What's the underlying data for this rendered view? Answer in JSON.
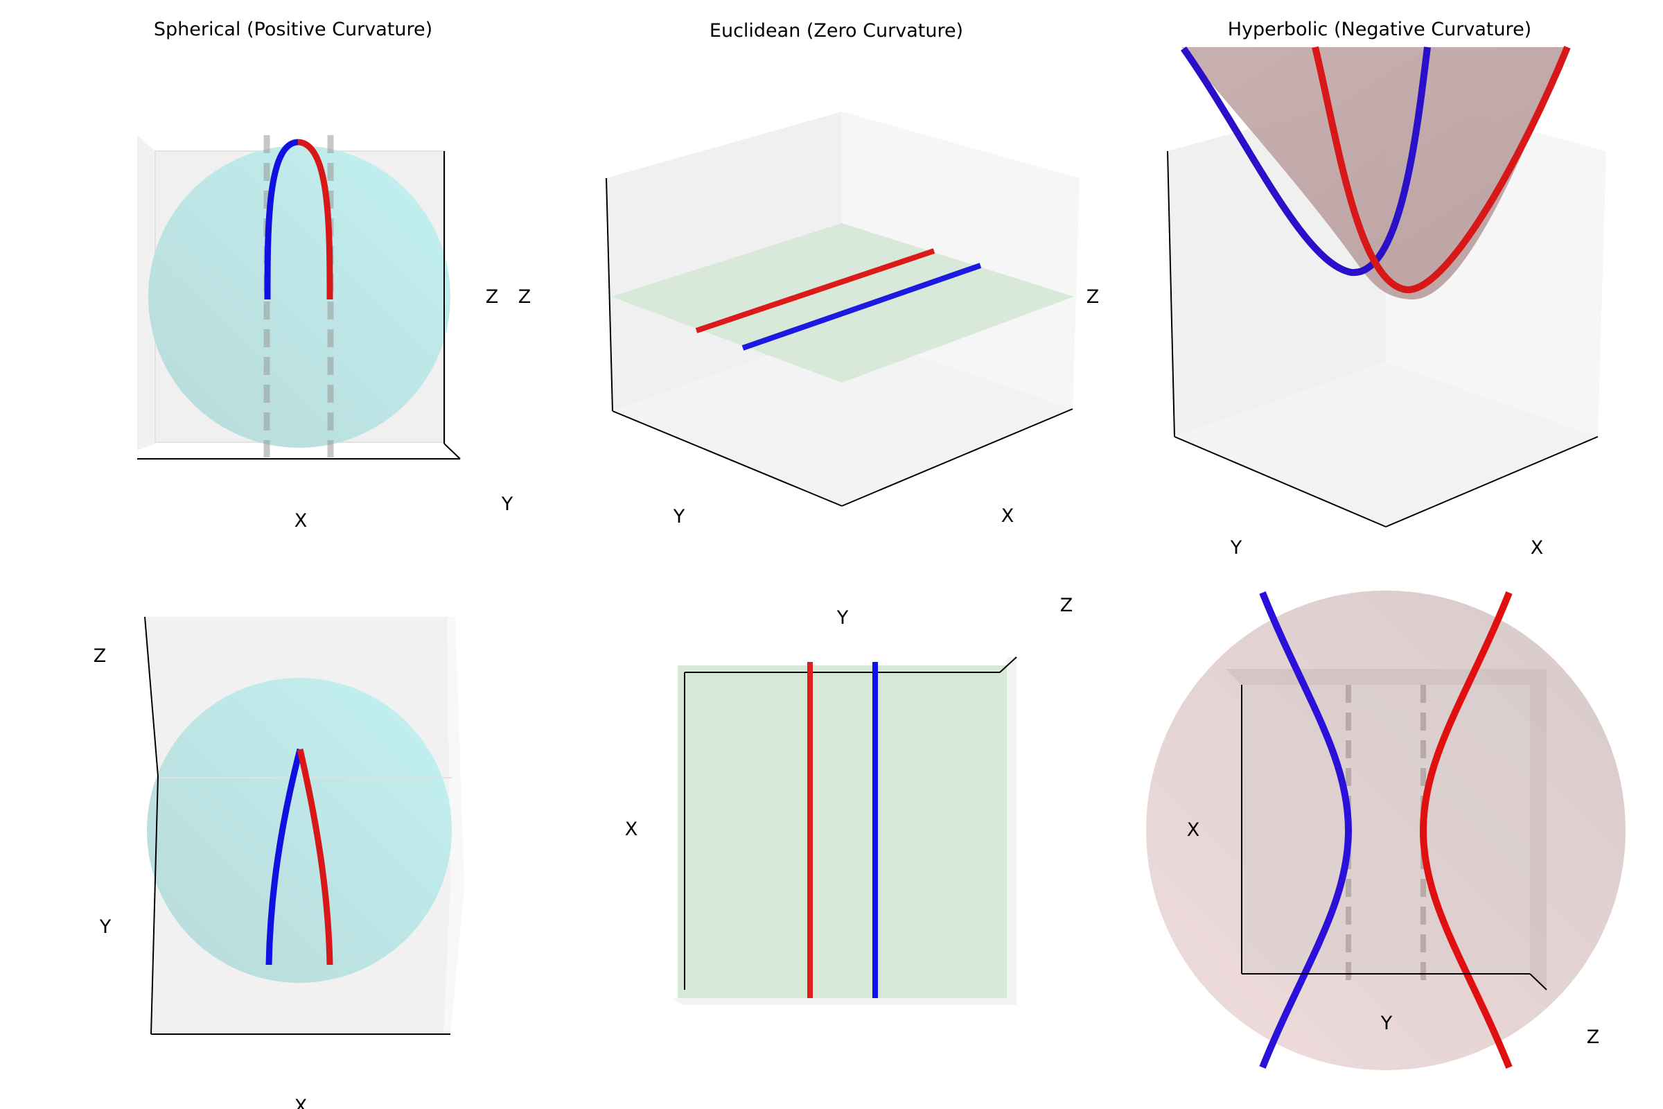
{
  "titles": {
    "spherical": "Spherical (Positive Curvature)",
    "euclidean": "Euclidean (Zero Curvature)",
    "hyperbolic": "Hyperbolic (Negative Curvature)"
  },
  "axes": {
    "x": "X",
    "y": "Y",
    "z": "Z"
  },
  "colors": {
    "geodesic_a": "#1010e0",
    "geodesic_b": "#dd1111",
    "sphere_surface": "#b0eeee",
    "plane_surface": "#d6e8d6",
    "hyperbolic_surface": "#c8a8a8",
    "pane": "#eeeeee",
    "guide": "#999999"
  }
}
